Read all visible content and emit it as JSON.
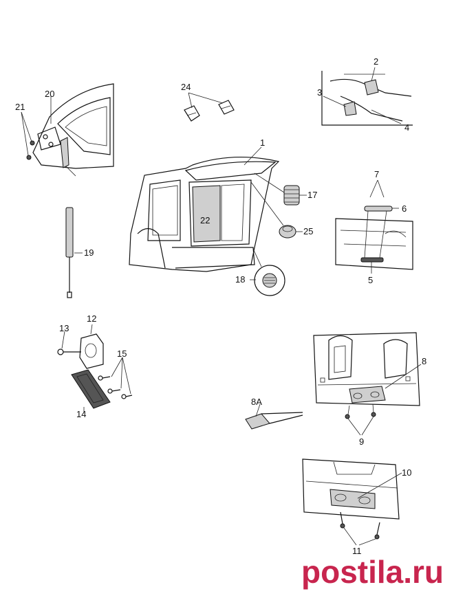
{
  "labels": {
    "p1": "1",
    "p2": "2",
    "p3": "3",
    "p4": "4",
    "p5": "5",
    "p6": "6",
    "p7": "7",
    "p8": "8",
    "p8a": "8A",
    "p9": "9",
    "p10": "10",
    "p11": "11",
    "p12": "12",
    "p13": "13",
    "p14": "14",
    "p15": "15",
    "p17": "17",
    "p18": "18",
    "p19": "19",
    "p20": "20",
    "p21": "21",
    "p22": "22",
    "p24": "24",
    "p25": "25"
  },
  "watermark": {
    "text": "postila.ru",
    "color": "#c8254e"
  }
}
